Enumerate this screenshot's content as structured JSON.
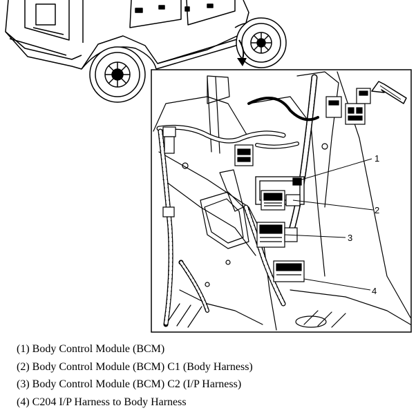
{
  "callouts": [
    "1",
    "2",
    "3",
    "4"
  ],
  "legend": [
    "(1) Body Control Module (BCM)",
    "(2) Body Control Module (BCM) C1 (Body Harness)",
    "(3) Body Control Module (BCM) C2 (I/P Harness)",
    "(4) C204 I/P Harness to Body Harness"
  ]
}
